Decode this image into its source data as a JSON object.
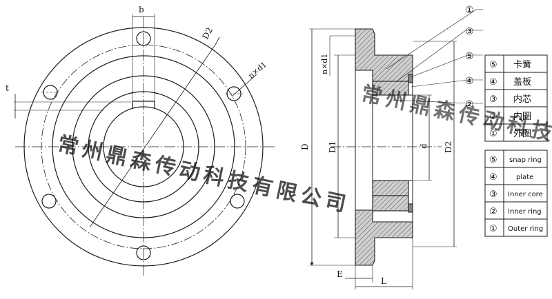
{
  "watermark": {
    "text": "常州鼎森传动科技有限公司",
    "color": "#9aa6e0"
  },
  "front_view": {
    "labels": {
      "b": "b",
      "t": "t",
      "D2": "D2",
      "n_d1": "n×d1"
    }
  },
  "section_view": {
    "labels": {
      "n_d1": "n×d1",
      "D": "D",
      "D1": "D1",
      "d": "d",
      "D2": "D2",
      "E": "E",
      "L": "L"
    },
    "callouts": [
      "①",
      "③",
      "⑤",
      "④",
      "②"
    ]
  },
  "legend_cn": [
    {
      "num": "⑤",
      "label": "卡簧"
    },
    {
      "num": "④",
      "label": "盖板"
    },
    {
      "num": "③",
      "label": "内芯"
    },
    {
      "num": "②",
      "label": "内圈"
    },
    {
      "num": "①",
      "label": "外圈"
    }
  ],
  "legend_en": [
    {
      "num": "⑤",
      "label": "snap ring"
    },
    {
      "num": "④",
      "label": "plate"
    },
    {
      "num": "③",
      "label": "Inner core"
    },
    {
      "num": "②",
      "label": "Inner ring"
    },
    {
      "num": "①",
      "label": "Outer ring"
    }
  ],
  "colors": {
    "line": "#1a1a1a",
    "hatch_fill": "#c8c8c8",
    "watermark": "#9aa6e0"
  }
}
